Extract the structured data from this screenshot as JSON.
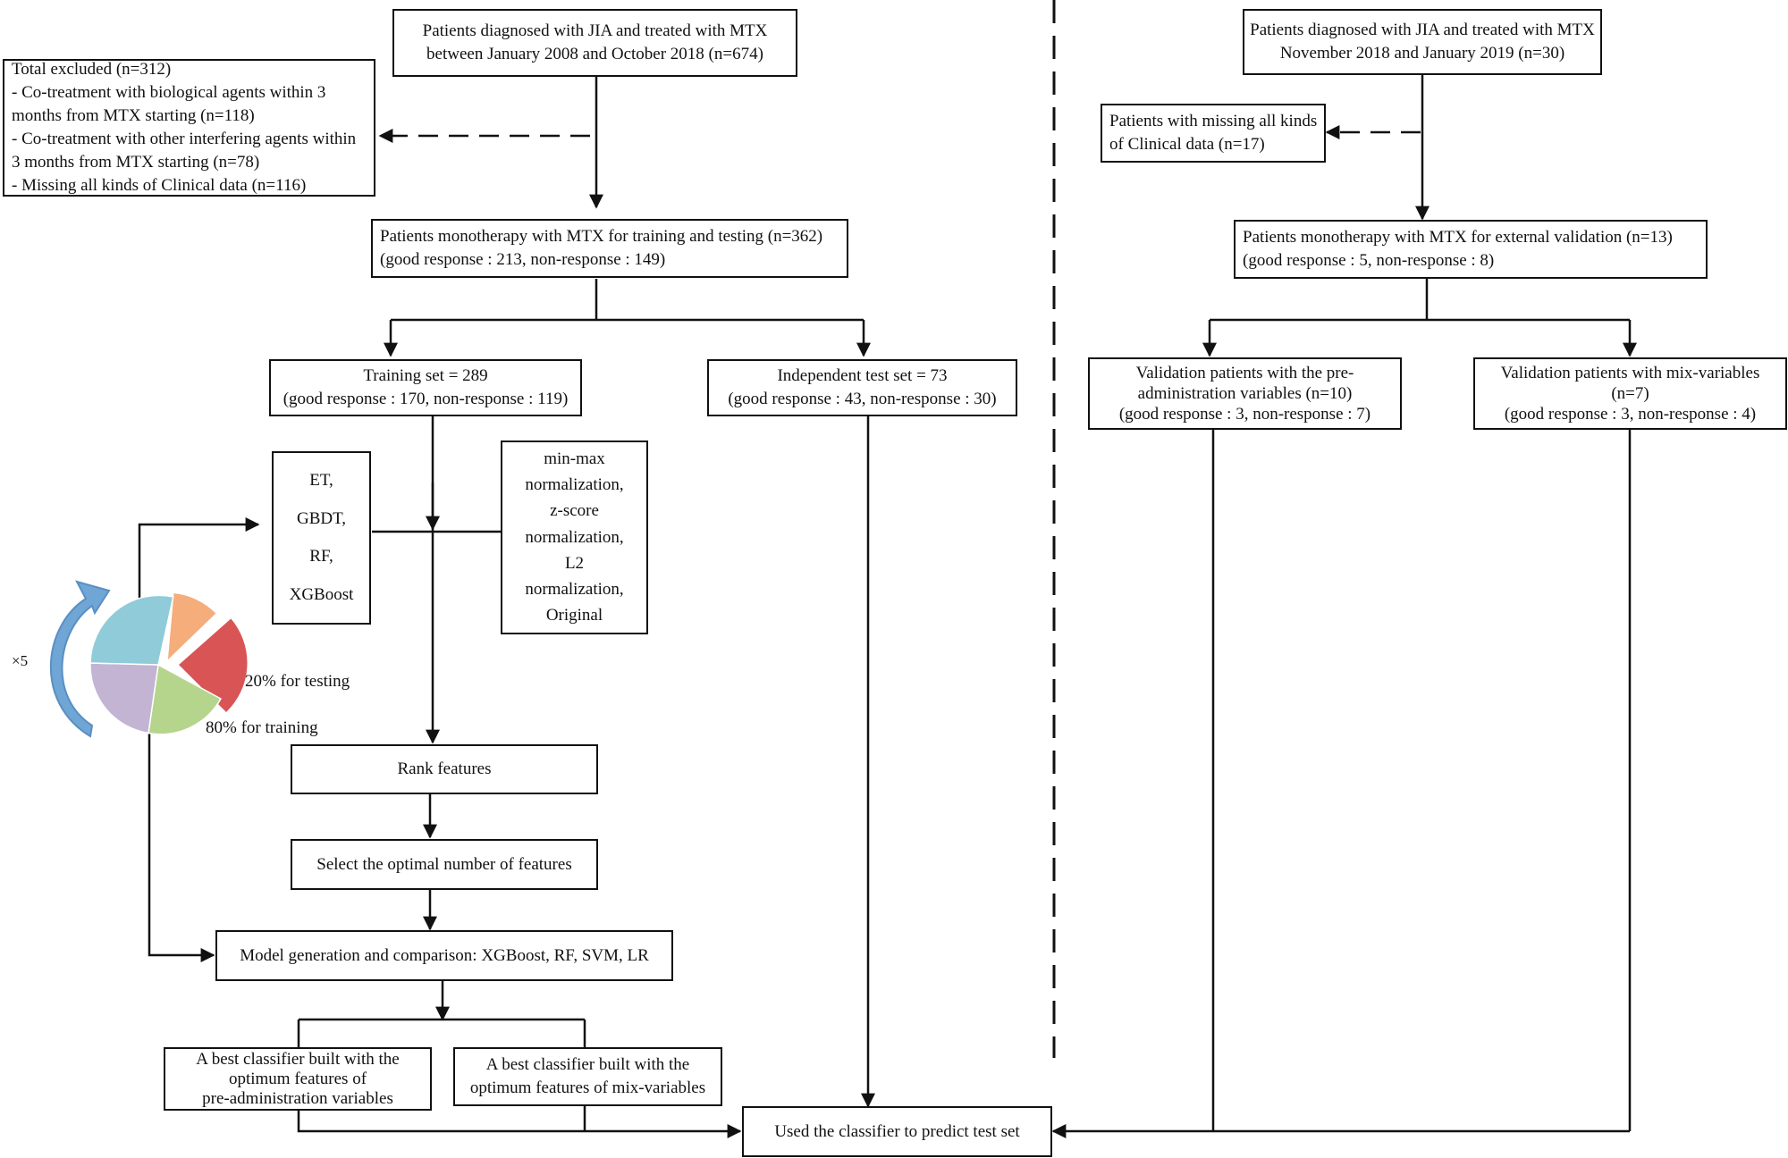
{
  "left_flow": {
    "source_box": [
      "Patients diagnosed with JIA and treated with MTX",
      "between January 2008 and October 2018 (n=674)"
    ],
    "excluded_box": [
      "Total excluded (n=312)",
      "- Co-treatment with biological agents within 3",
      "months from MTX starting (n=118)",
      "- Co-treatment with other interfering agents within",
      "3 months from MTX starting (n=78)",
      " - Missing all kinds of Clinical data (n=116)"
    ],
    "monotherapy_box": [
      "Patients monotherapy with MTX for training and testing (n=362)",
      "(good response : 213,  non-response : 149)"
    ],
    "training_box": [
      "Training set = 289",
      "(good response : 170, non-response : 119)"
    ],
    "test_box": [
      "Independent test set = 73",
      "(good response : 43, non-response : 30)"
    ],
    "selector_box": [
      "ET,",
      "GBDT,",
      "RF,",
      "XGBoost"
    ],
    "normalization_box": [
      "min-max",
      "normalization,",
      "z-score",
      "normalization,",
      "L2",
      "normalization,",
      "Original"
    ],
    "rank_box": [
      "Rank features"
    ],
    "select_box": [
      "Select the optimal number of features"
    ],
    "model_box": [
      "Model generation and comparison: XGBoost,  RF, SVM, LR"
    ],
    "best_pre_box": [
      "A best classifier built with the",
      "optimum features of",
      "pre-administration variables"
    ],
    "best_mix_box": [
      "A best classifier built with  the",
      "optimum features of  mix-variables"
    ],
    "predict_box": [
      "Used the classifier to predict test set"
    ]
  },
  "cross_validation": {
    "repeat_label": "×5",
    "testing_label": "20% for testing",
    "training_label": "80% for training",
    "fold_colors": [
      "#f5ad7c",
      "#d95455",
      "#b5d58d",
      "#c3b4d4",
      "#8fcbd9"
    ],
    "arrow_color": "#6fa6d6"
  },
  "right_flow": {
    "source_box": [
      "Patients diagnosed with JIA and treated with MTX",
      "November 2018 and January 2019 (n=30)"
    ],
    "missing_box": [
      "Patients with missing all kinds",
      "of Clinical data (n=17)"
    ],
    "monotherapy_box": [
      "Patients monotherapy with MTX for external validation (n=13)",
      "(good response : 5,  non-response : 8)"
    ],
    "validation_pre_box": [
      "Validation patients with the pre-",
      "administration variables (n=10)",
      "(good response : 3, non-response : 7)"
    ],
    "validation_mix_box": [
      "Validation patients with mix-variables",
      "(n=7)",
      "(good response : 3, non-response : 4)"
    ]
  }
}
